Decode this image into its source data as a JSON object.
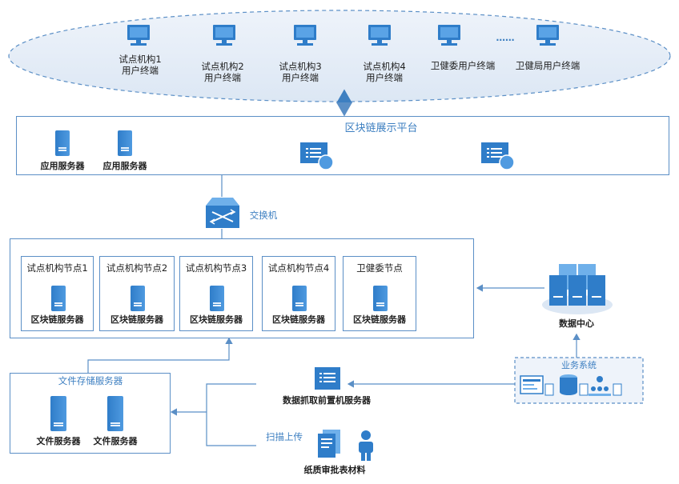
{
  "terminals": [
    {
      "line1": "试点机构1",
      "line2": "用户终端"
    },
    {
      "line1": "试点机构2",
      "line2": "用户终端"
    },
    {
      "line1": "试点机构3",
      "line2": "用户终端"
    },
    {
      "line1": "试点机构4",
      "line2": "用户终端"
    },
    {
      "line1": "卫健委用户终端",
      "line2": ""
    },
    {
      "line1": "卫健局用户终端",
      "line2": ""
    }
  ],
  "terminals_ellipsis": "……",
  "platform": {
    "title": "区块链展示平台",
    "servers": [
      "应用服务器",
      "应用服务器"
    ]
  },
  "switch_label": "交换机",
  "nodes": [
    {
      "title": "试点机构节点1",
      "server": "区块链服务器"
    },
    {
      "title": "试点机构节点2",
      "server": "区块链服务器"
    },
    {
      "title": "试点机构节点3",
      "server": "区块链服务器"
    },
    {
      "title": "试点机构节点4",
      "server": "区块链服务器"
    },
    {
      "title": "卫健委节点",
      "server": "区块链服务器"
    }
  ],
  "data_center": "数据中心",
  "business_system": "业务系统",
  "file_storage": {
    "title": "文件存储服务器",
    "servers": [
      "文件服务器",
      "文件服务器"
    ]
  },
  "front_server": "数据抓取前置机服务器",
  "scan_upload": "扫描上传",
  "paper_materials": "纸质审批表材料",
  "colors": {
    "line": "#5b8fc6",
    "icon": "#2f7dc9",
    "title": "#3d7fc1"
  }
}
